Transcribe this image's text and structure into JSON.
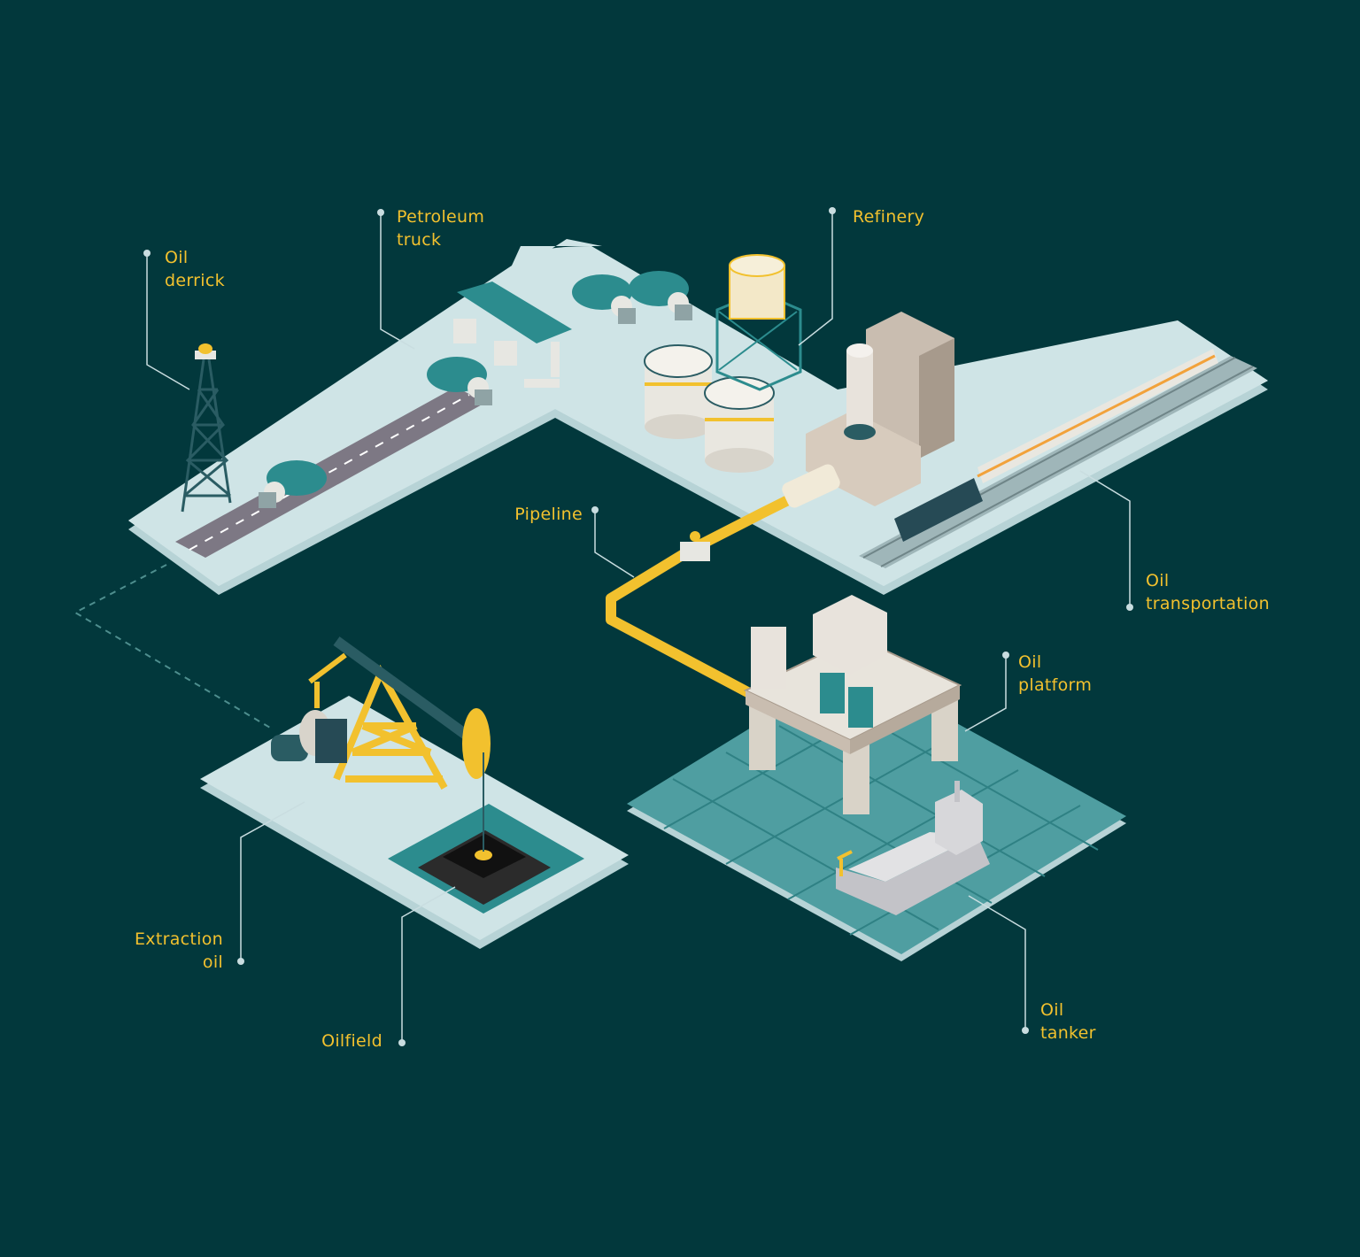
{
  "labels": {
    "oil_derrick": [
      "Oil",
      "derrick"
    ],
    "petroleum_truck": [
      "Petroleum",
      "truck"
    ],
    "refinery": [
      "Refinery"
    ],
    "pipeline": [
      "Pipeline"
    ],
    "oil_transportation": [
      "Oil",
      "transportation"
    ],
    "oil_platform": [
      "Oil",
      "platform"
    ],
    "extraction_oil": [
      "Extraction",
      "oil"
    ],
    "oilfield": [
      "Oilfield"
    ],
    "oil_tanker": [
      "Oil",
      "tanker"
    ]
  },
  "colors": {
    "background": "#02383c",
    "ground": "#cfe4e6",
    "label": "#f2c12e",
    "accent_teal": "#2c8c8e",
    "water": "#4f9ea1"
  }
}
